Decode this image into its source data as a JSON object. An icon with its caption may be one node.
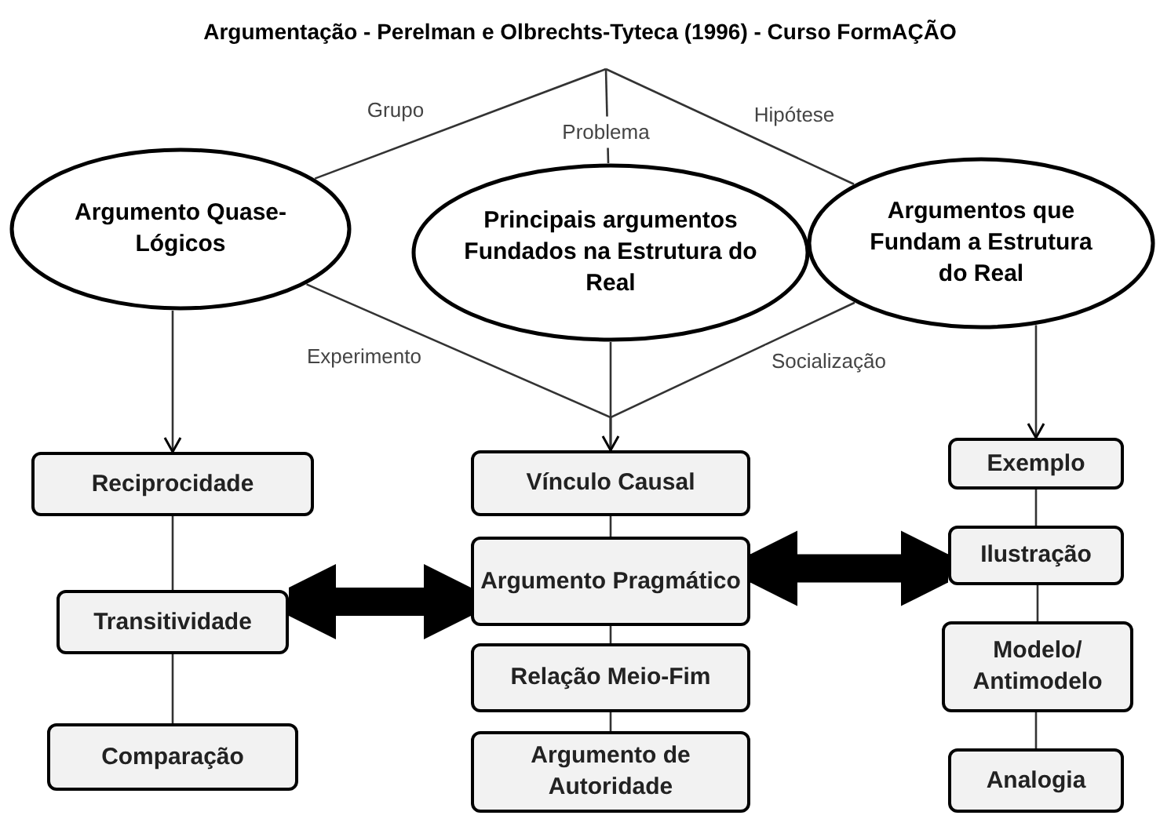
{
  "diagram": {
    "title": "Argumentação - Perelman e Olbrechts-Tyteca (1996)  - Curso FormAÇÃO",
    "nodes": [
      {
        "text": [
          "Argumento Quase-Lógicos"
        ]
      },
      {
        "text": [
          "Principais argumentos Fundados na Estrutura do Real"
        ]
      },
      {
        "text": [
          "Argumentos que Fundam a Estrutura do Real"
        ]
      },
      {
        "text": [
          "Reciprocidade"
        ]
      },
      {
        "text": [
          "Transitividade"
        ]
      },
      {
        "text": [
          "Comparação"
        ]
      },
      {
        "text": [
          "Vínculo Causal"
        ]
      },
      {
        "text": [
          "Argumento Pragmático"
        ]
      },
      {
        "text": [
          "Relação Meio-Fim"
        ]
      },
      {
        "text": [
          "Argumento de Autoridade"
        ]
      },
      {
        "text": [
          "Exemplo"
        ]
      },
      {
        "text": [
          "Ilustração"
        ]
      },
      {
        "text": [
          "Modelo/ Antimodelo"
        ]
      },
      {
        "text": [
          "Analogia"
        ]
      }
    ],
    "edges": [
      {
        "from": null,
        "to": 0,
        "arrow": "none",
        "label": "Grupo"
      },
      {
        "from": null,
        "to": 1,
        "arrow": "none",
        "label": "Problema"
      },
      {
        "from": null,
        "to": 2,
        "arrow": "none",
        "label": "Hipótese"
      },
      {
        "from": 0,
        "to": 6,
        "arrow": "none",
        "label": "Experimento"
      },
      {
        "from": 2,
        "to": 6,
        "arrow": "none",
        "label": "Socialização"
      },
      {
        "from": 1,
        "to": 6,
        "arrow": "to"
      },
      {
        "from": 0,
        "to": 3,
        "arrow": "to"
      },
      {
        "from": 3,
        "to": 4,
        "arrow": "none"
      },
      {
        "from": 4,
        "to": 5,
        "arrow": "none"
      },
      {
        "from": 6,
        "to": 7,
        "arrow": "none"
      },
      {
        "from": 7,
        "to": 8,
        "arrow": "none"
      },
      {
        "from": 8,
        "to": 9,
        "arrow": "none"
      },
      {
        "from": 2,
        "to": 10,
        "arrow": "to"
      },
      {
        "from": 10,
        "to": 11,
        "arrow": "none"
      },
      {
        "from": 11,
        "to": 12,
        "arrow": "none"
      },
      {
        "from": 12,
        "to": 13,
        "arrow": "none"
      },
      {
        "from": 4,
        "to": 7,
        "arrow": "both",
        "style": "thick"
      },
      {
        "from": 7,
        "to": 11,
        "arrow": "both",
        "style": "thick"
      }
    ]
  }
}
